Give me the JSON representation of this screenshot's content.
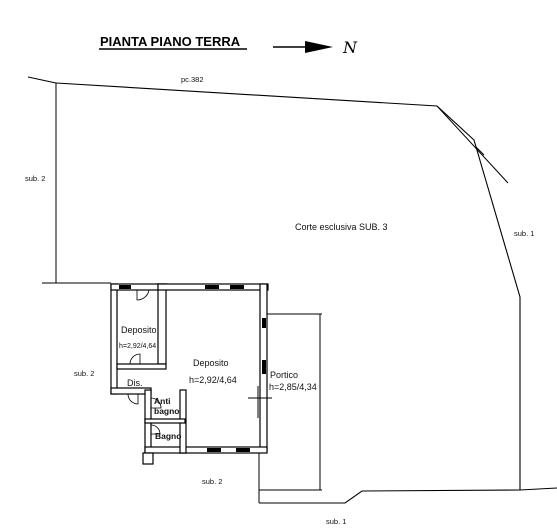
{
  "title": "PIANTA PIANO TERRA",
  "north_label": "N",
  "parcel_label": "pc.382",
  "court_label": "Corte esclusiva SUB. 3",
  "neighbors": {
    "west_upper": "sub. 2",
    "west_lower": "sub. 2",
    "east": "sub. 1",
    "south_inner": "sub. 2",
    "south_outer": "sub. 1"
  },
  "rooms": {
    "deposito_small": {
      "name": "Deposito",
      "height": "h=2,92/4,64"
    },
    "deposito_main": {
      "name": "Deposito",
      "height": "h=2,92/4,64"
    },
    "portico": {
      "name": "Portico",
      "height": "h=2,85/4,34"
    },
    "disimpegno": {
      "name": "Dis."
    },
    "antibagno_line1": "Anti",
    "antibagno_line2": "bagno",
    "bagno": "Bagno"
  },
  "colors": {
    "line": "#000000",
    "background": "#ffffff"
  }
}
